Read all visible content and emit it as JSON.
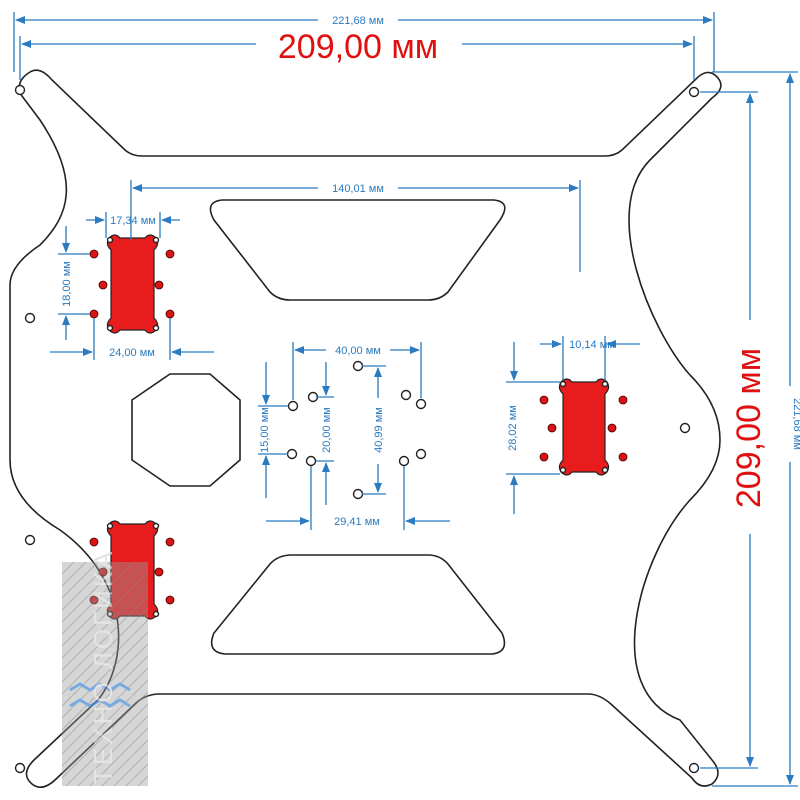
{
  "dimensions": {
    "overall_width": "221,68 мм",
    "hole_width": "209,00 мм",
    "overall_height": "221,68 мм",
    "hole_height": "209,00 мм",
    "top_span": "140,01 мм",
    "left_heater_width": "17,34 мм",
    "left_heater_height": "18,00 мм",
    "left_heater_outer": "24,00 мм",
    "center_width": "40,00 мм",
    "center_left_v1": "15,00 мм",
    "center_left_v2": "20,00 мм",
    "center_v": "40,99 мм",
    "center_bottom": "29,41 мм",
    "right_heater_width": "10,14 мм",
    "right_heater_height": "28,02 мм"
  },
  "watermark": "ТЕХНО ЛОГИКА",
  "colors": {
    "dimension_line": "#2a7bc0",
    "main_dimension": "#e01010",
    "heater_pad": "#e81c1c"
  }
}
